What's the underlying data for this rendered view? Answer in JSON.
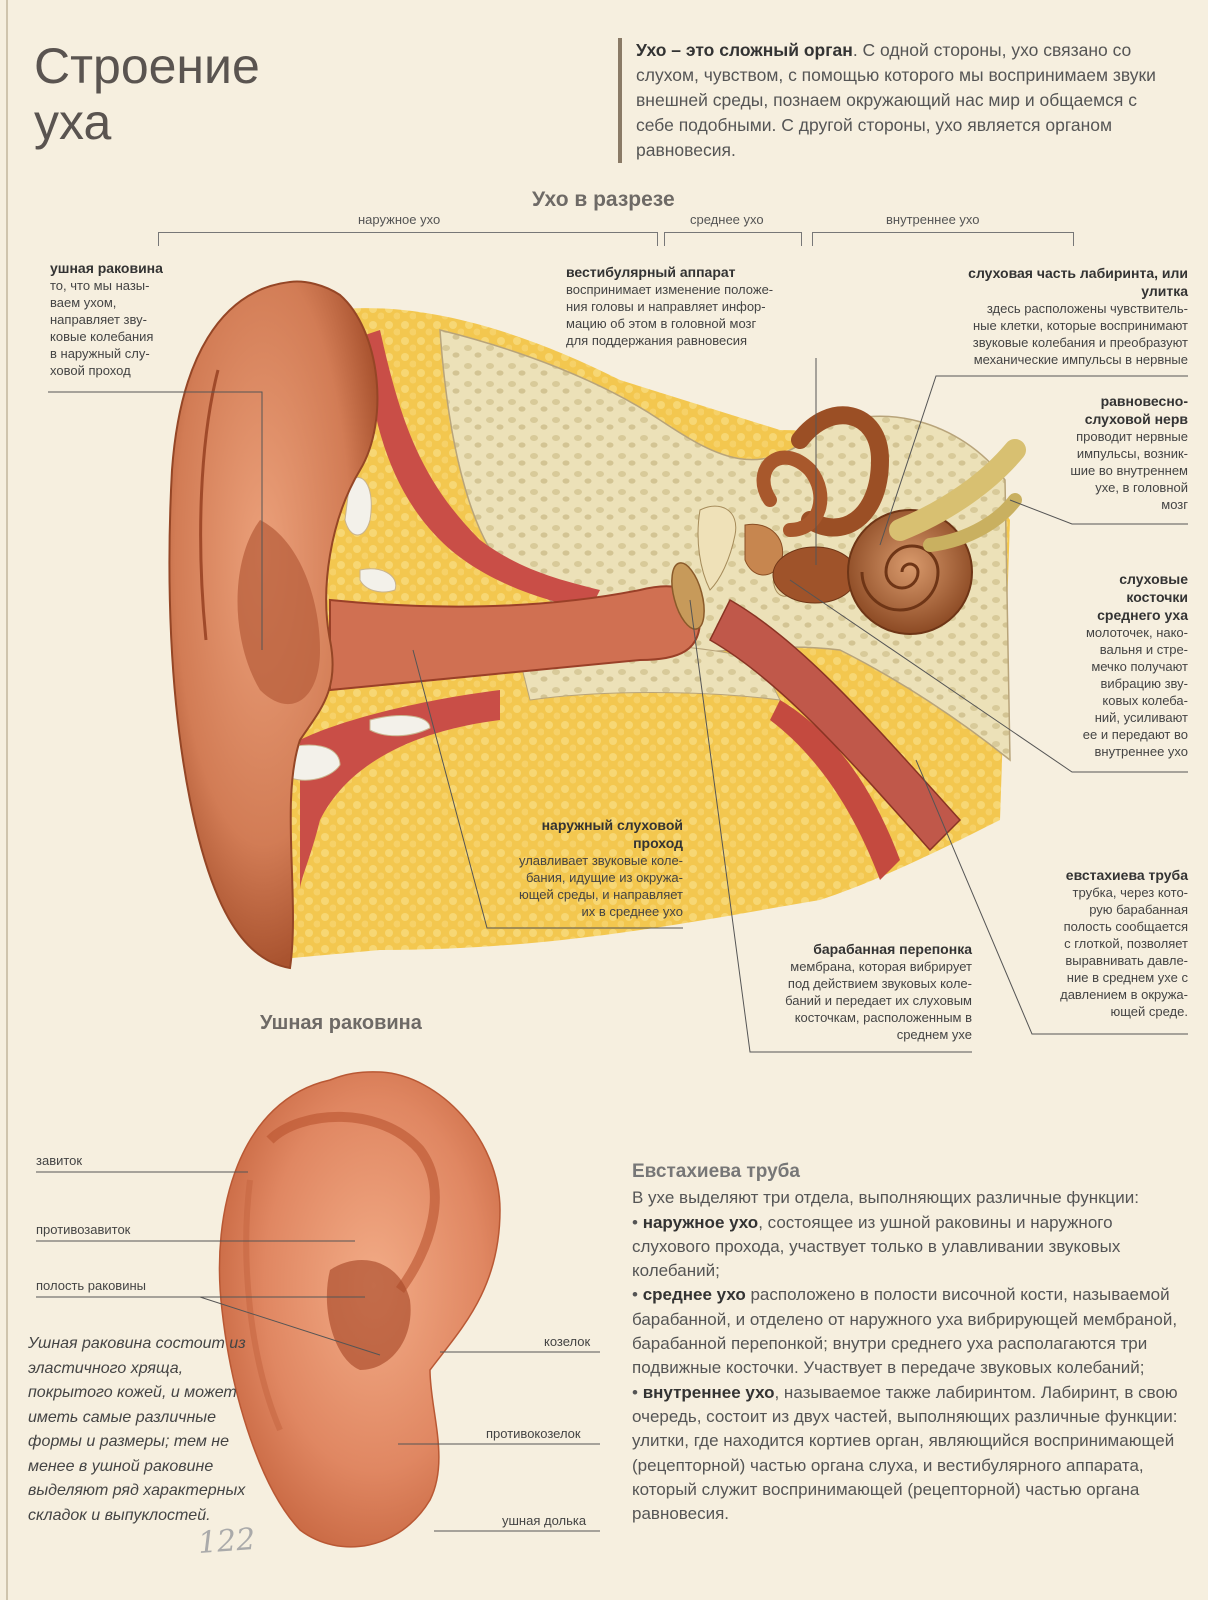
{
  "title": {
    "line1": "Строение",
    "line2": "уха"
  },
  "intro": {
    "bold": "Ухо – это сложный орган",
    "rest": ". С одной стороны, ухо связано со слухом, чувством, с помощью которого мы воспринимаем звуки внешней среды, познаем окружающий нас мир и общаемся с себе подобными. С другой стороны, ухо является органом равновесия."
  },
  "section": {
    "title": "Ухо в разрезе",
    "outer": "наружное ухо",
    "middle": "среднее ухо",
    "inner": "внутреннее ухо"
  },
  "callouts": {
    "auricle": {
      "head": "ушная раковина",
      "body": [
        "то, что мы назы-",
        "ваем ухом,",
        "направляет зву-",
        "ковые колебания",
        "в наружный слу-",
        "ховой проход"
      ]
    },
    "vestibular": {
      "head": "вестибулярный аппарат",
      "body": [
        "воспринимает изменение положе-",
        "ния головы и направляет инфор-",
        "мацию об этом в головной мозг",
        "для поддержания равновесия"
      ]
    },
    "cochlea": {
      "head": [
        "слуховая часть лабиринта, или",
        "улитка"
      ],
      "body": [
        "здесь расположены чувствитель-",
        "ные клетки, которые воспринимают",
        "звуковые колебания и преобразуют",
        "механические импульсы в нервные"
      ]
    },
    "nerve": {
      "head": [
        "равновесно-",
        "слуховой нерв"
      ],
      "body": [
        "проводит нервные",
        "импульсы, возник-",
        "шие во внутреннем",
        "ухе, в головной",
        "мозг"
      ]
    },
    "ossicles": {
      "head": [
        "слуховые",
        "косточки",
        "среднего уха"
      ],
      "body": [
        "молоточек, нако-",
        "вальня и стре-",
        "мечко получают",
        "вибрацию зву-",
        "ковых колеба-",
        "ний, усиливают",
        "ее и передают во",
        "внутреннее ухо"
      ]
    },
    "canal": {
      "head": [
        "наружный слуховой",
        "проход"
      ],
      "body": [
        "улавливает звуковые коле-",
        "бания, идущие из окружа-",
        "ющей среды, и направляет",
        "их в среднее ухо"
      ]
    },
    "eustachian": {
      "head": "евстахиева труба",
      "body": [
        "трубка, через кото-",
        "рую барабанная",
        "полость сообщается",
        "с глоткой, позволяет",
        "выравнивать давле-",
        "ние в среднем ухе с",
        "давлением в окружа-",
        "ющей среде."
      ]
    },
    "eardrum": {
      "head": "барабанная перепонка",
      "body": [
        "мембрана, которая вибрирует",
        "под действием звуковых коле-",
        "баний и передает их слуховым",
        "косточкам, расположенным в",
        "среднем ухе"
      ]
    }
  },
  "pinna": {
    "title": "Ушная раковина",
    "labels": {
      "helix": "завиток",
      "antihelix": "противозавиток",
      "concha": "полость раковины",
      "tragus": "козелок",
      "antitragus": "противокозелок",
      "lobe": "ушная долька"
    }
  },
  "note": "Ушная раковина состоит из эластичного хряща, покрытого кожей, и может иметь самые различные формы и размеры; тем не менее в ушной раковине выделяют ряд характерных складок и выпуклостей.",
  "page_number": "122",
  "bottom": {
    "title": "Евстахиева труба",
    "lead": "В ухе выделяют три отдела, выполняющих различные функции:",
    "items": [
      {
        "bold": "наружное ухо",
        "text": ", состоящее из ушной раковины и наружного слухового прохода, участвует только в улавливании звуковых колебаний;"
      },
      {
        "bold": "среднее ухо",
        "text": " расположено в полости височной кости, называемой барабанной, и отделено от наружного уха вибрирующей мембраной, барабанной перепонкой; внутри среднего уха располагаются три подвижные косточки. Участвует в передаче звуковых колебаний;"
      },
      {
        "bold": "внутреннее ухо",
        "text": ", называемое также лабиринтом. Лабиринт, в свою очередь, состоит из двух частей, выполняющих различные функции: улитки, где находится кортиев орган, являющийся воспринимающей (рецепторной) частью органа слуха, и вестибулярного аппарата, который служит воспринимающей (рецепторной) частью органа равновесия."
      }
    ]
  },
  "colors": {
    "skin": "#d9855e",
    "skin_dark": "#a8502e",
    "fat": "#f2c54d",
    "bone": "#efe4bc",
    "muscle": "#c84a44"
  }
}
